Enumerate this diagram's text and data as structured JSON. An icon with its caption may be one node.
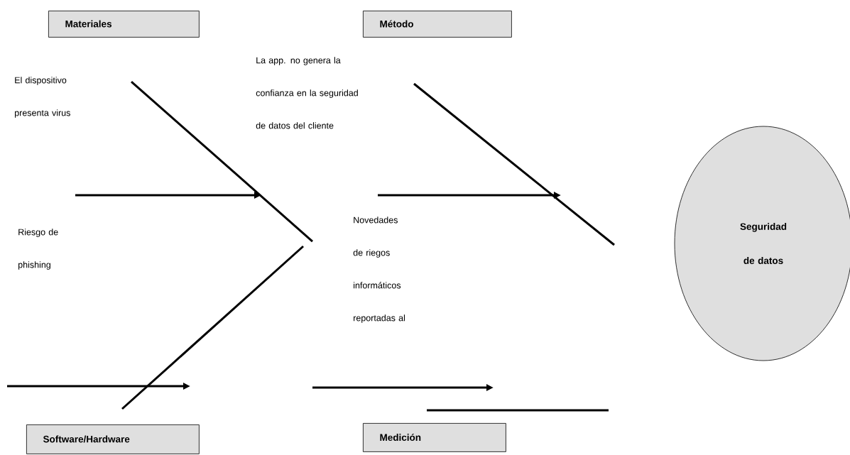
{
  "diagram": {
    "nodes": [
      {
        "text": [
          "Materiales"
        ]
      },
      {
        "text": [
          "Método"
        ]
      },
      {
        "text": [
          "Seguridad de datos"
        ]
      },
      {
        "text": [
          "Software/Hardware"
        ]
      },
      {
        "text": [
          "Medición"
        ]
      }
    ],
    "labels": [
      "El dispositivo presenta virus",
      "La app. no genera la confianza en la seguridad de datos del cliente",
      "Riesgo de phishing",
      "Novedades de riegos informáticos reportadas al"
    ]
  }
}
